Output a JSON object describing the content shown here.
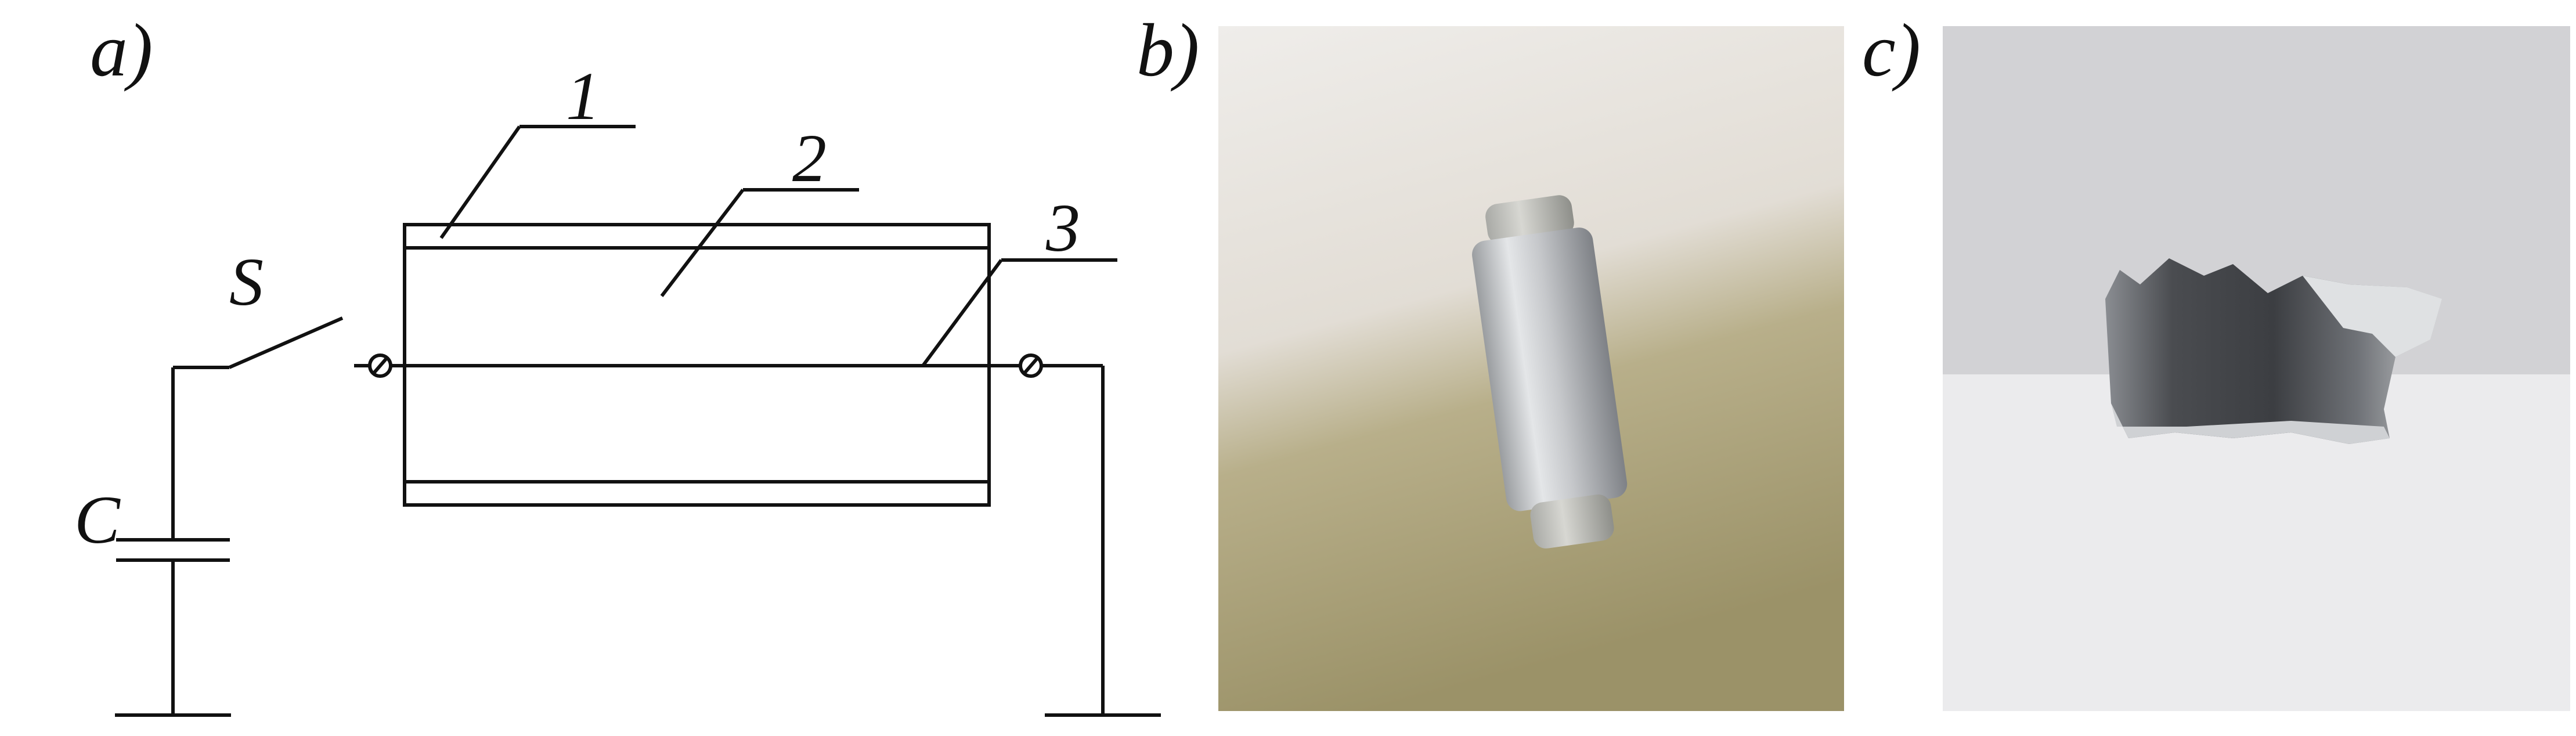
{
  "panels": {
    "a": {
      "label": "a)",
      "switch_label": "S",
      "capacitor_label": "C",
      "callouts": [
        "1",
        "2",
        "3"
      ]
    },
    "b": {
      "label": "b)"
    },
    "c": {
      "label": "c)"
    }
  },
  "colors": {
    "ink": "#111111",
    "photo_b_top_background": "#ece9e6",
    "photo_b_bottom_background": "#a39a6f",
    "aluminium": "#c7c9cb",
    "photo_c_wall": "#d2d2d5",
    "photo_c_table": "#ebebed"
  }
}
